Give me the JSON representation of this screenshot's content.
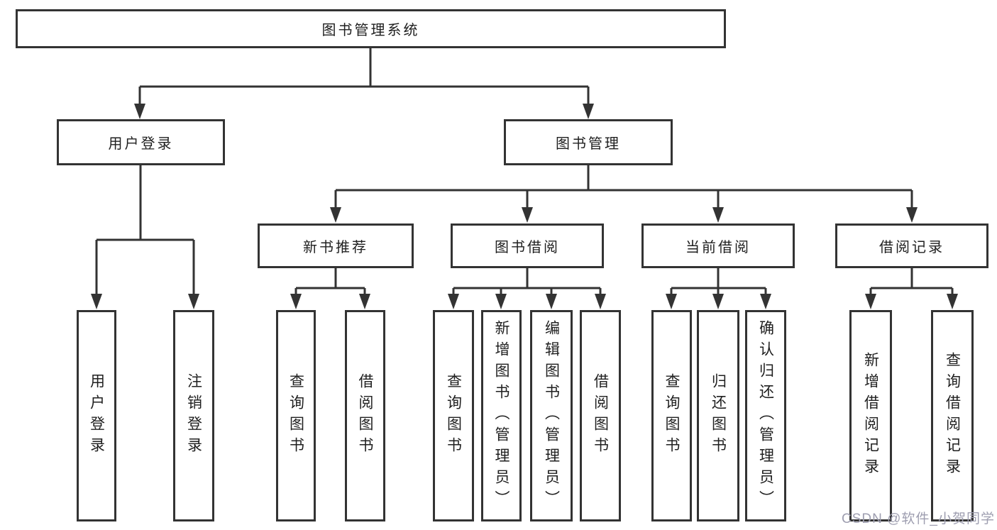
{
  "colors": {
    "line": "#333333",
    "box_border": "#333333",
    "text": "#1f1f1f",
    "watermark": "#9e9eb0",
    "background": "#ffffff"
  },
  "tree": {
    "root": {
      "label": "图书管理系统"
    },
    "children": [
      {
        "label": "用户登录",
        "children": [
          {
            "label": "用户登录"
          },
          {
            "label": "注销登录"
          }
        ]
      },
      {
        "label": "图书管理",
        "children": [
          {
            "label": "新书推荐",
            "children": [
              {
                "label": "查询图书"
              },
              {
                "label": "借阅图书"
              }
            ]
          },
          {
            "label": "图书借阅",
            "children": [
              {
                "label": "查询图书"
              },
              {
                "label": "新增图书（管理员）"
              },
              {
                "label": "编辑图书（管理员）"
              },
              {
                "label": "借阅图书"
              }
            ]
          },
          {
            "label": "当前借阅",
            "children": [
              {
                "label": "查询图书"
              },
              {
                "label": "归还图书"
              },
              {
                "label": "确认归还（管理员）"
              }
            ]
          },
          {
            "label": "借阅记录",
            "children": [
              {
                "label": "新增借阅记录"
              },
              {
                "label": "查询借阅记录"
              }
            ]
          }
        ]
      }
    ]
  },
  "watermark": {
    "text": "CSDN @软件_小贺同学"
  }
}
